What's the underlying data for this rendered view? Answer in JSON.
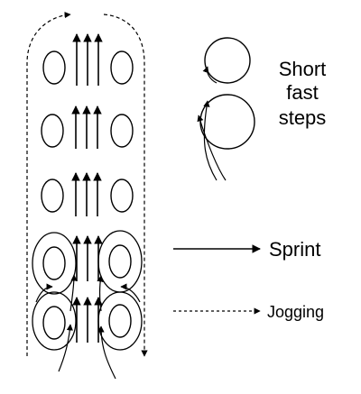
{
  "labels": {
    "short_fast_steps": [
      "Short",
      "fast",
      "steps"
    ],
    "sprint": "Sprint",
    "jogging": "Jogging"
  },
  "colors": {
    "stroke": "#000000",
    "background": "#ffffff"
  }
}
